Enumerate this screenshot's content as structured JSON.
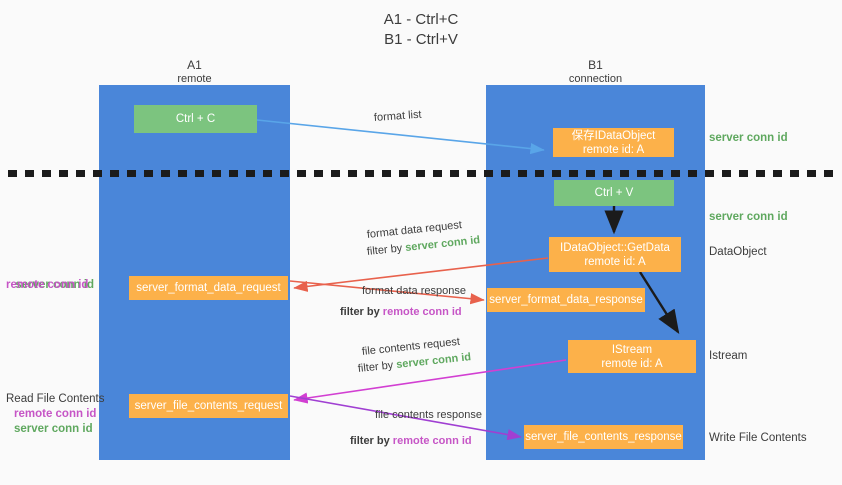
{
  "title": {
    "line1": "A1 - Ctrl+C",
    "line2": "B1 - Ctrl+V"
  },
  "columns": [
    {
      "name": "A1",
      "sub": "remote"
    },
    {
      "name": "B1",
      "sub": "connection"
    }
  ],
  "nodes": {
    "ctrl_c": "Ctrl + C",
    "save_dataobject_line1": "保存IDataObject",
    "save_dataobject_line2": "remote id: A",
    "ctrl_v": "Ctrl + V",
    "getdata_line1": "IDataObject::GetData",
    "getdata_line2": "remote id: A",
    "server_format_data_request": "server_format_data_request",
    "server_format_data_response": "server_format_data_response",
    "istream_line1": "IStream",
    "istream_line2": "remote id: A",
    "server_file_contents_request": "server_file_contents_request",
    "server_file_contents_response": "server_file_contents_response"
  },
  "right_labels": {
    "server_conn_id_1": "server conn id",
    "server_conn_id_2": "server conn id",
    "dataobject": "DataObject",
    "istream": "Istream",
    "write_file_contents": "Write File Contents"
  },
  "left_labels": {
    "remote_conn_id_1": "remote conn id",
    "server_conn_id_1": "server conn id",
    "read_file_contents": "Read File Contents",
    "remote_conn_id_2": "remote conn id",
    "server_conn_id_2": "server conn id"
  },
  "edge_captions": {
    "format_list": "format list",
    "format_data_request": "format data request",
    "format_data_request_filter_prefix": "filter by ",
    "format_data_request_filter_key": "server conn id",
    "format_data_response": "format data response",
    "format_data_response_filter_prefix": "filter by ",
    "format_data_response_filter_key": "remote conn id",
    "file_contents_request": "file contents request",
    "file_contents_request_filter_prefix": "filter by ",
    "file_contents_request_filter_key": "server conn id",
    "file_contents_response": "file contents response",
    "file_contents_response_filter_prefix": "filter by ",
    "file_contents_response_filter_key": "remote conn id"
  },
  "colors": {
    "lane": "#4a86d9",
    "green_node": "#7cc47f",
    "orange_node": "#fcb14a",
    "server_conn_id": "#5fa85f",
    "remote_conn_id": "#c655c6",
    "edge_blue": "#59a5e8",
    "edge_red": "#e8614c",
    "edge_magenta": "#d23fd2",
    "edge_purple": "#a03fd2",
    "edge_black": "#1b1b1b"
  }
}
